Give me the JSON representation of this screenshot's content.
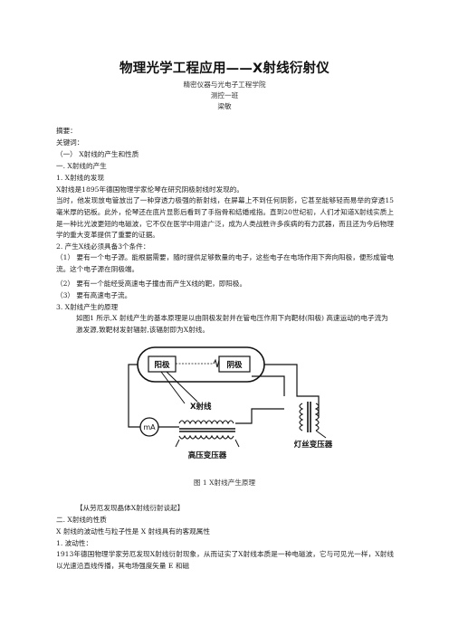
{
  "doc": {
    "title": "物理光学工程应用——X射线衍射仪",
    "dept": "精密仪器与光电子工程学院",
    "class_name": "测控一班",
    "author": "梁敏",
    "abstract_label": "摘要：",
    "keywords_label": "关键词：",
    "sec1_title": "（一）  X射线的产生和性质",
    "sec1_1": "一.      X射线的产生",
    "item1": "1.  X射线的发现",
    "p1": "X射线是1895年德国物理学家伦琴在研究阴极射线时发现的。",
    "p2": "当时，他发现放电管放出了一种穿透力极强的新射线，在屏幕上不到任何阴影，它甚至能够轻而易举的穿透15毫米厚的铝板。此外，伦琴还在底片显影后看到了手指骨和结婚戒指。直到20世纪初，人们才知道X射线实质上是一种比光波更短的电磁波，它不仅在医学中用途广泛，成为人类战胜许多疾病的有力武器，而且还为今后物理学的重大变革提供了重要的证据。",
    "item2": "2.  产生X线必须具备3个条件：",
    "c1": "（1）  要有一个电子源。能根据需要，随时提供足够数量的电子，这些电子在电场作用下奔向阳极，便形成管电流。这个电子源在阴极端。",
    "c2": "（2）  要有一个能经受高速电子撞击而产生X线的靶，即阳极。",
    "c3": "（3）  要有高速电子流。",
    "item3": "3.  X射线产生的原理",
    "p3": "如图1  所示,X  射线产生的基本原理是以由阴极发射并在管电压作用下向靶材(阳极)  高速运动的电子流为激发源,致靶材发射辐射,该辐射即为X射线。",
    "fig_caption": "图 1     X射线产生原理",
    "fig_labels": {
      "anode": "阳极",
      "cathode": "阴极",
      "xray": "X射线",
      "ma": "mA",
      "hv": "高压变压器",
      "filament": "灯丝变压器"
    },
    "note": "【从劳厄发现晶体X射线衍射谈起】",
    "sec2": "二.      X射线的性质",
    "p4": "X 射线的波动性与粒子性是 X 射线具有的客观属性",
    "item4": "1.  波动性：",
    "p5": "1913年德国物理学家劳厄发现X射线衍射现象，从而证实了X射线本质是一种电磁波，它与可见光一样，X射线以光速沿直线传播，其电场强度矢量 E 和磁"
  }
}
